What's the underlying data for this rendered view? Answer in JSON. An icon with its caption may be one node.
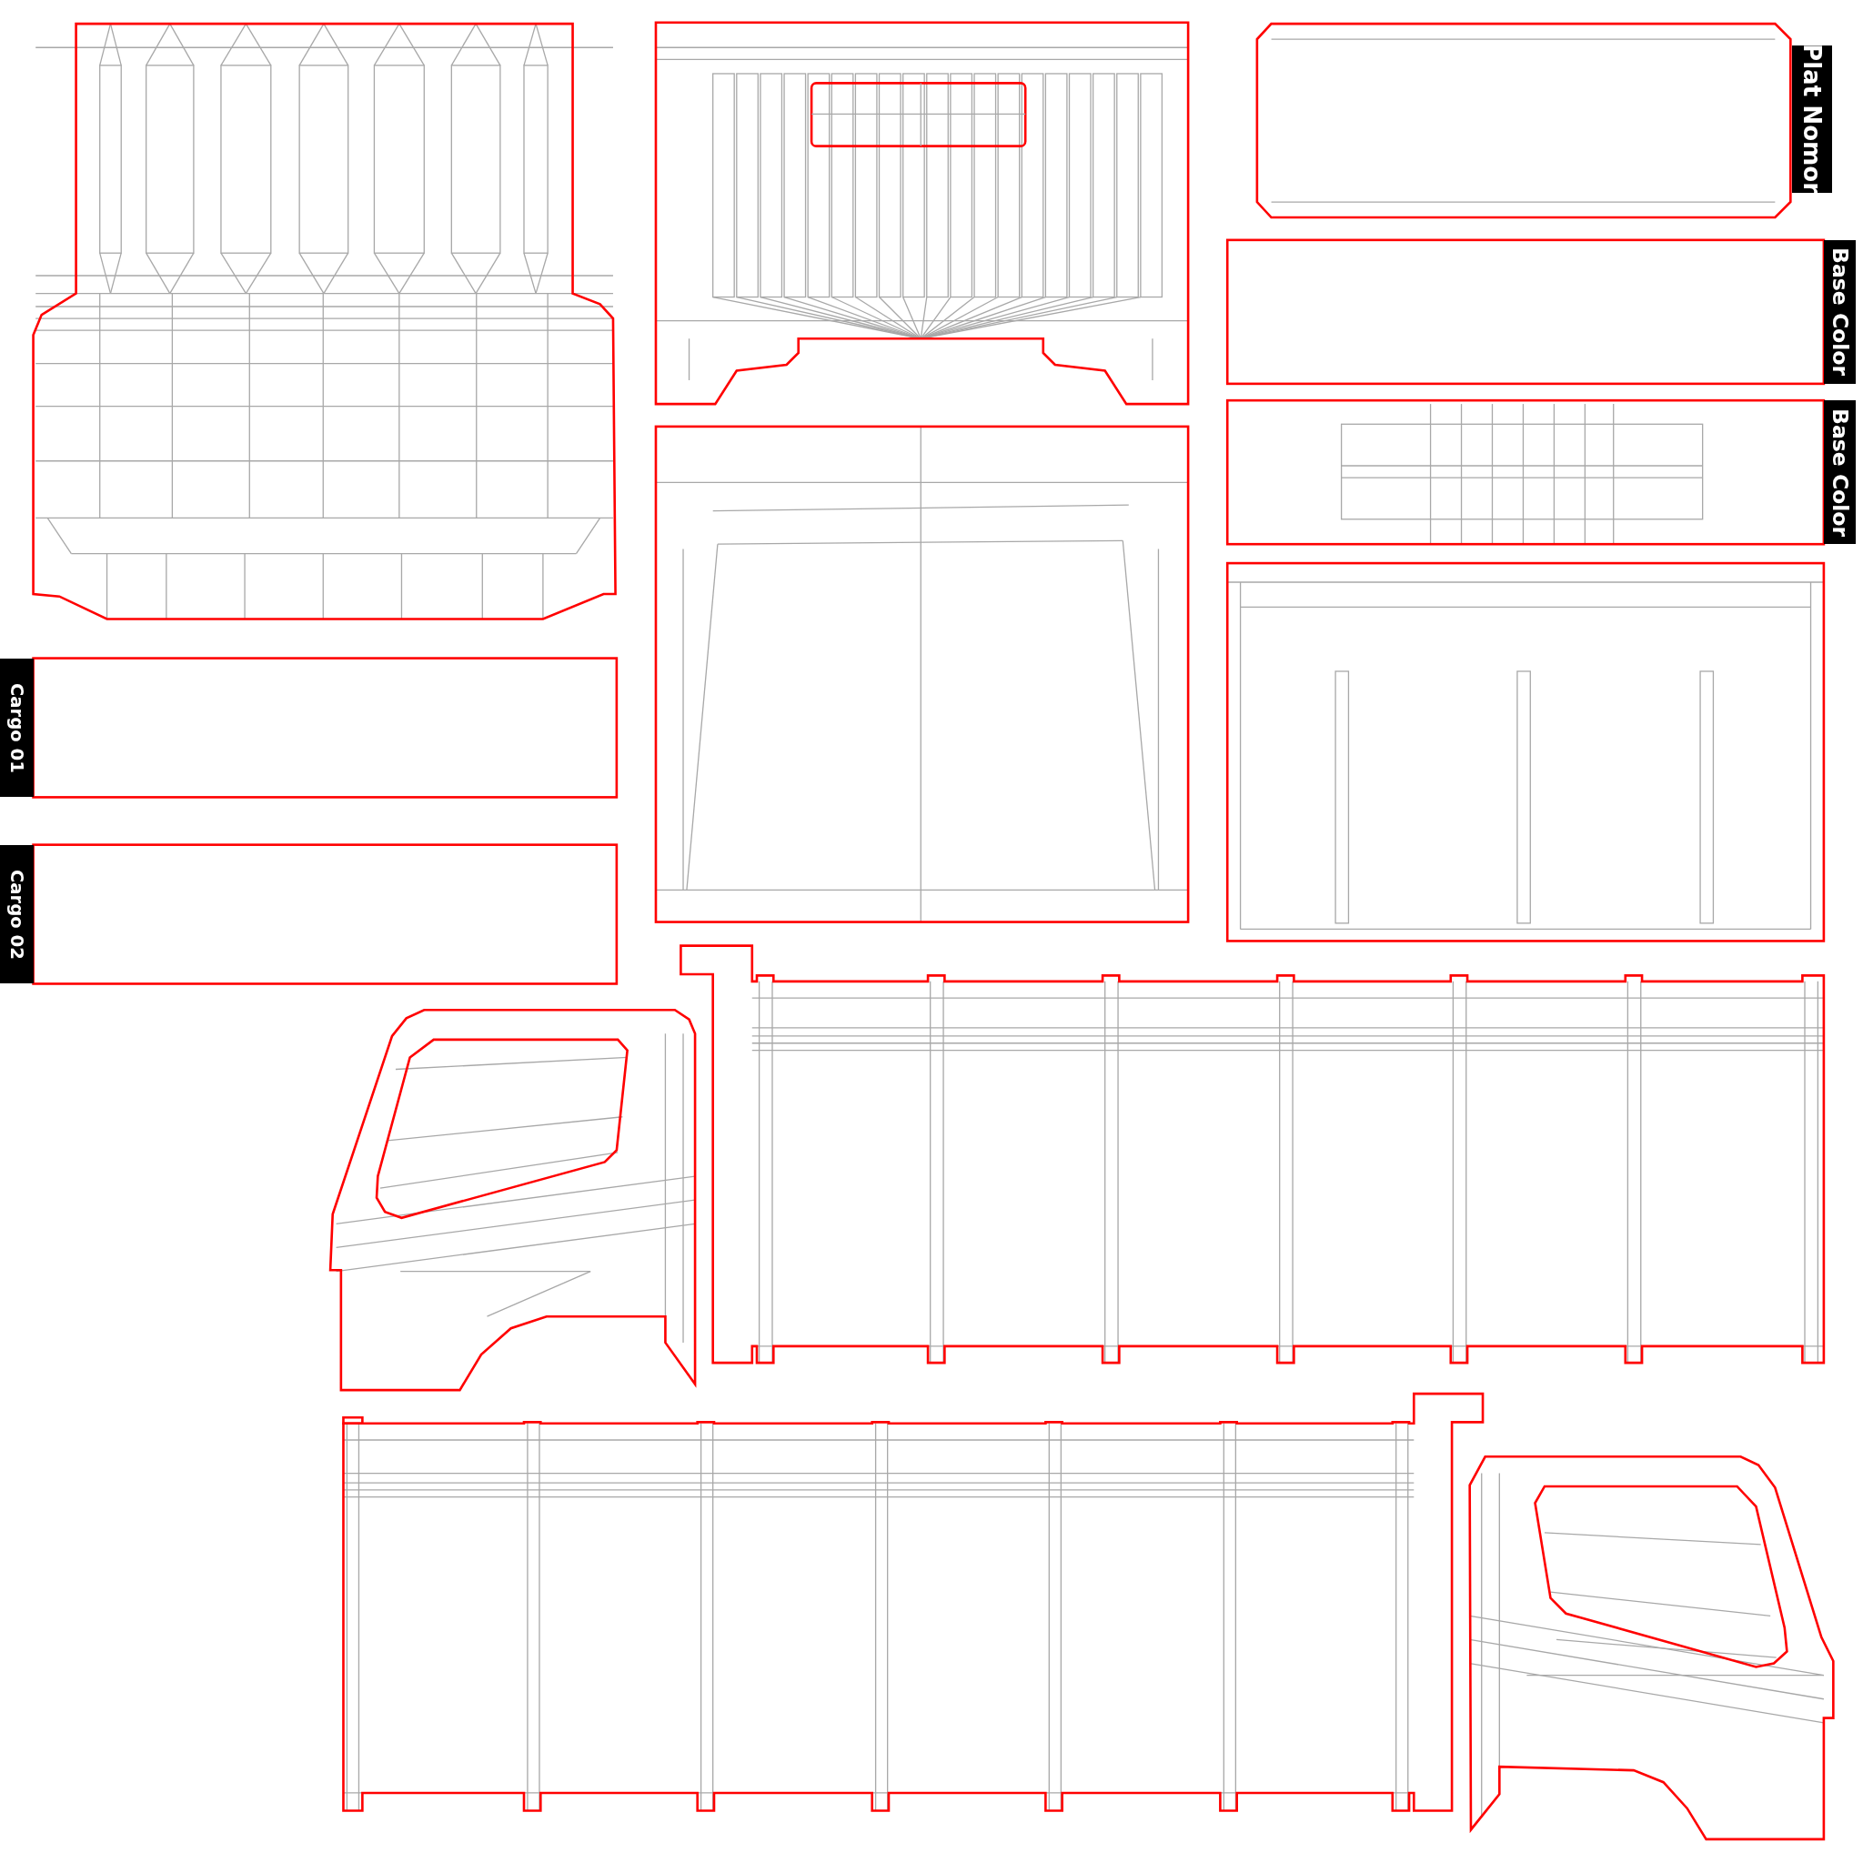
{
  "diagram": {
    "labels": [
      "Plat Nomor",
      "Base Color",
      "Base Color",
      "Cargo 01",
      "Cargo 02"
    ]
  }
}
